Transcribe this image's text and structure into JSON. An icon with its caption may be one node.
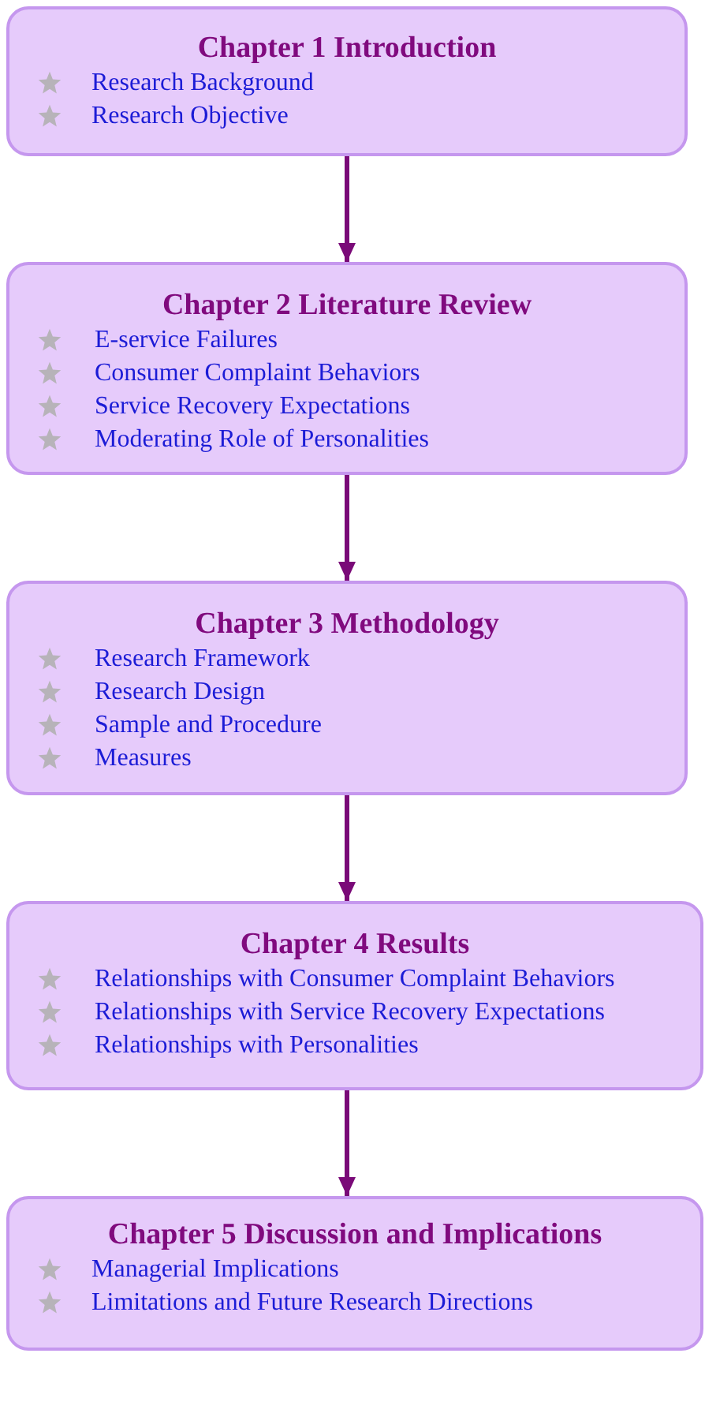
{
  "diagram": {
    "nodes": [
      {
        "text": [
          "Chapter 1 Introduction",
          "Research Background",
          "Research Objective"
        ]
      },
      {
        "text": [
          "Chapter 2 Literature Review",
          "E-service Failures",
          "Consumer Complaint Behaviors",
          "Service Recovery Expectations",
          "Moderating Role of Personalities"
        ]
      },
      {
        "text": [
          "Chapter 3 Methodology",
          "Research Framework",
          "Research Design",
          "Sample and Procedure",
          "Measures"
        ]
      },
      {
        "text": [
          "Chapter 4 Results",
          "Relationships with Consumer Complaint Behaviors",
          "Relationships with Service Recovery Expectations",
          "Relationships with Personalities"
        ]
      },
      {
        "text": [
          "Chapter 5 Discussion and Implications",
          "Managerial Implications",
          "Limitations and Future Research Directions"
        ]
      }
    ],
    "edges": [
      {
        "from": 0,
        "to": 1,
        "arrow": "to"
      },
      {
        "from": 1,
        "to": 2,
        "arrow": "to"
      },
      {
        "from": 2,
        "to": 3,
        "arrow": "to"
      },
      {
        "from": 3,
        "to": 4,
        "arrow": "to"
      }
    ]
  }
}
